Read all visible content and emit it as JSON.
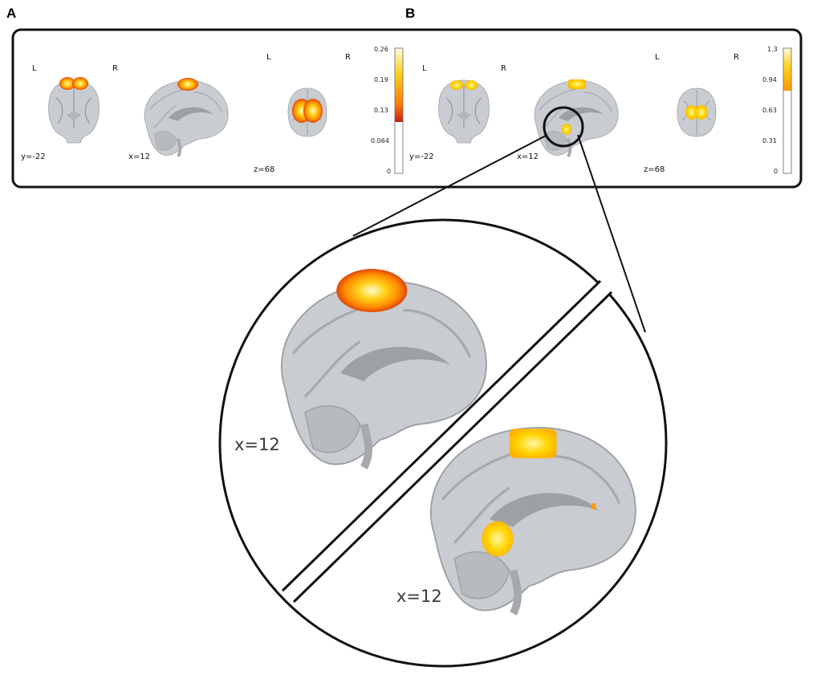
{
  "panels": [
    {
      "letter": "A",
      "lr_labels": [
        "L",
        "R",
        "L",
        "R"
      ],
      "coords": [
        "y=-22",
        "x=12",
        "z=68"
      ],
      "colorbar": {
        "ticks": [
          "0.26",
          "0.19",
          "0.13",
          "0.064",
          "0"
        ],
        "threshold_fraction": 0.41
      }
    },
    {
      "letter": "B",
      "lr_labels": [
        "L",
        "R",
        "L",
        "R"
      ],
      "coords": [
        "y=-22",
        "x=12",
        "z=68"
      ],
      "colorbar": {
        "ticks": [
          "1.3",
          "0.94",
          "0.63",
          "0.31",
          "0"
        ],
        "threshold_fraction": 0.66
      }
    }
  ],
  "zoom": {
    "labels": [
      "x=12",
      "x=12"
    ]
  },
  "colors": {
    "hot_red": "#d42a10",
    "hot_orange": "#ff8a00",
    "hot_yellow": "#ffe000",
    "brain_gray": "#c9ccd0"
  }
}
